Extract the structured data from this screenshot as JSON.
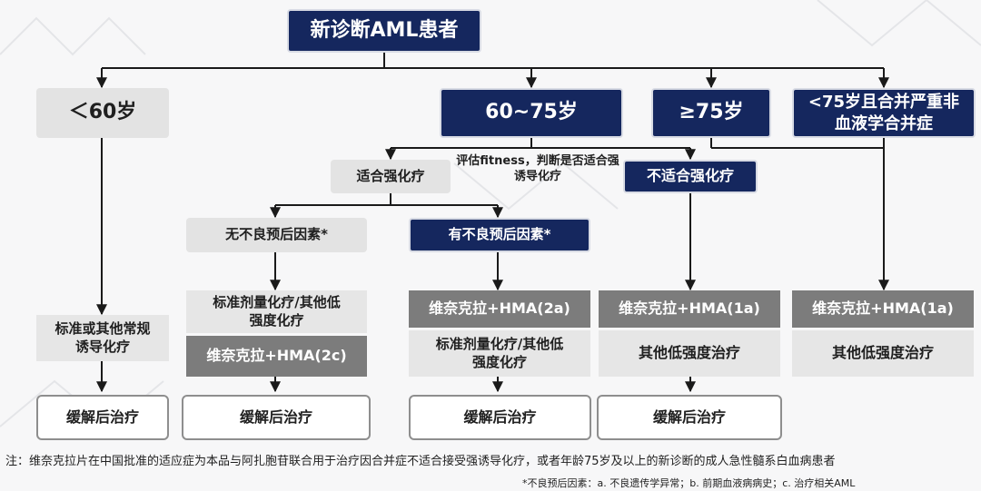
{
  "title": "新诊断AML患者",
  "age_groups": {
    "under60": "＜60岁",
    "age60_75": "60~75岁",
    "over75": "≥75岁",
    "comorbid": "<75岁且合并严重非血液学合并症"
  },
  "fitness_note": "评估fitness，判断是否适合强诱导化疗",
  "fit_label": "适合强化疗",
  "unfit_label": "不适合强化疗",
  "no_adverse": "无不良预后因素*",
  "has_adverse": "有不良预后因素*",
  "under60_regimen": "标准或其他常规诱导化疗",
  "no_adverse_regimen_1": "标准剂量化疗/其他低强度化疗",
  "no_adverse_regimen_2": "维奈克拉+HMA(2c)",
  "has_adverse_regimen_1": "维奈克拉+HMA(2a)",
  "has_adverse_regimen_2": "标准剂量化疗/其他低强度化疗",
  "unfit_regimen_1": "维奈克拉+HMA(1a)",
  "unfit_regimen_2": "其他低强度治疗",
  "comorbid_regimen_1": "维奈克拉+HMA(1a)",
  "comorbid_regimen_2": "其他低强度治疗",
  "outcome": "缓解后治疗",
  "footnote": "注：维奈克拉片在中国批准的适应症为本品与阿扎胞苷联合用于治疗因合并症不适合接受强诱导化疗，或者年龄75岁及以上的新诊断的成人急性髓系白血病患者",
  "adverse_footnote": "*不良预后因素：a. 不良遗传学异常；b. 前期血液病病史；c. 治疗相关AML"
}
